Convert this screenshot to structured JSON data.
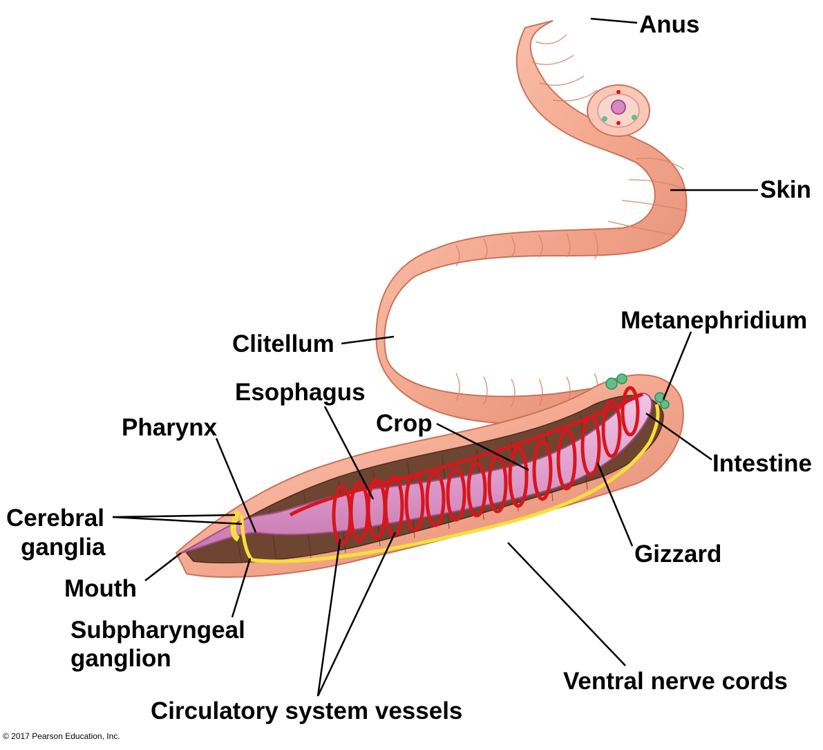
{
  "diagram": {
    "labels": {
      "anus": "Anus",
      "skin": "Skin",
      "metanephridium": "Metanephridium",
      "clitellum": "Clitellum",
      "esophagus": "Esophagus",
      "crop": "Crop",
      "pharynx": "Pharynx",
      "intestine": "Intestine",
      "cerebral_ganglia_1": "Cerebral",
      "cerebral_ganglia_2": "ganglia",
      "gizzard": "Gizzard",
      "mouth": "Mouth",
      "subpharyngeal_1": "Subpharyngeal",
      "subpharyngeal_2": "ganglion",
      "ventral_nerve_cords": "Ventral nerve cords",
      "circulatory_vessels": "Circulatory system vessels"
    },
    "copyright": "© 2017 Pearson Education, Inc."
  },
  "colors": {
    "skin": "#f4a88f",
    "skin_highlight": "#fcd2c0",
    "segment_line": "#d98068",
    "body_cavity": "#6e4530",
    "gut": "#e7a0d3",
    "vessel": "#d7161d",
    "nerve": "#f4e03a",
    "nephridium": "#5fbf8a"
  }
}
